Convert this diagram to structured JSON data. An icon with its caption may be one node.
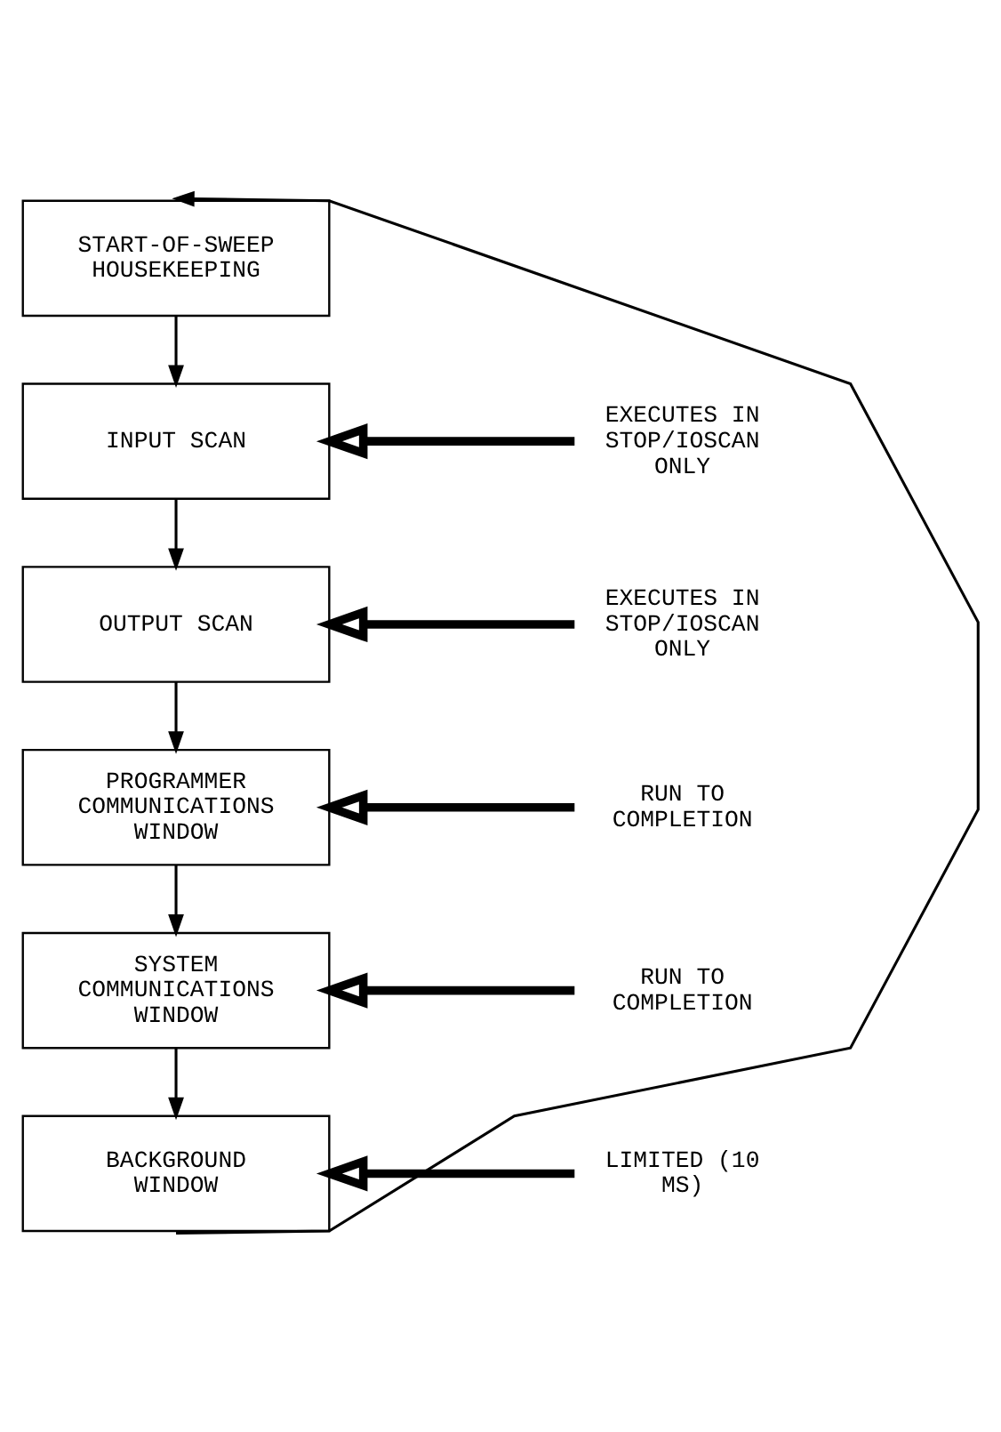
{
  "diagram": {
    "nodes": [
      {
        "text": [
          "START-OF-SWEEP HOUSEKEEPING"
        ]
      },
      {
        "text": [
          "INPUT SCAN"
        ]
      },
      {
        "text": [
          "OUTPUT SCAN"
        ]
      },
      {
        "text": [
          "PROGRAMMER COMMUNICATIONS WINDOW"
        ]
      },
      {
        "text": [
          "SYSTEM COMMUNICATIONS WINDOW"
        ]
      },
      {
        "text": [
          "BACKGROUND WINDOW"
        ]
      },
      {
        "text": [
          "EXECUTES IN STOP/IOSCAN ONLY"
        ]
      },
      {
        "text": [
          "EXECUTES IN STOP/IOSCAN ONLY"
        ]
      },
      {
        "text": [
          "RUN TO COMPLETION"
        ]
      },
      {
        "text": [
          "RUN TO COMPLETION"
        ]
      },
      {
        "text": [
          "LIMITED (10 MS)"
        ]
      }
    ],
    "edges": [
      {
        "from": 0,
        "to": 1,
        "arrow": "to"
      },
      {
        "from": 1,
        "to": 2,
        "arrow": "to"
      },
      {
        "from": 2,
        "to": 3,
        "arrow": "to"
      },
      {
        "from": 3,
        "to": 4,
        "arrow": "to"
      },
      {
        "from": 4,
        "to": 5,
        "arrow": "to"
      },
      {
        "from": 5,
        "to": 0,
        "arrow": "to"
      },
      {
        "from": 6,
        "to": 1,
        "arrow": "to",
        "style": "thick"
      },
      {
        "from": 7,
        "to": 2,
        "arrow": "to",
        "style": "thick"
      },
      {
        "from": 8,
        "to": 3,
        "arrow": "to",
        "style": "thick"
      },
      {
        "from": 9,
        "to": 4,
        "arrow": "to",
        "style": "thick"
      },
      {
        "from": 10,
        "to": 5,
        "arrow": "to",
        "style": "thick"
      }
    ]
  }
}
